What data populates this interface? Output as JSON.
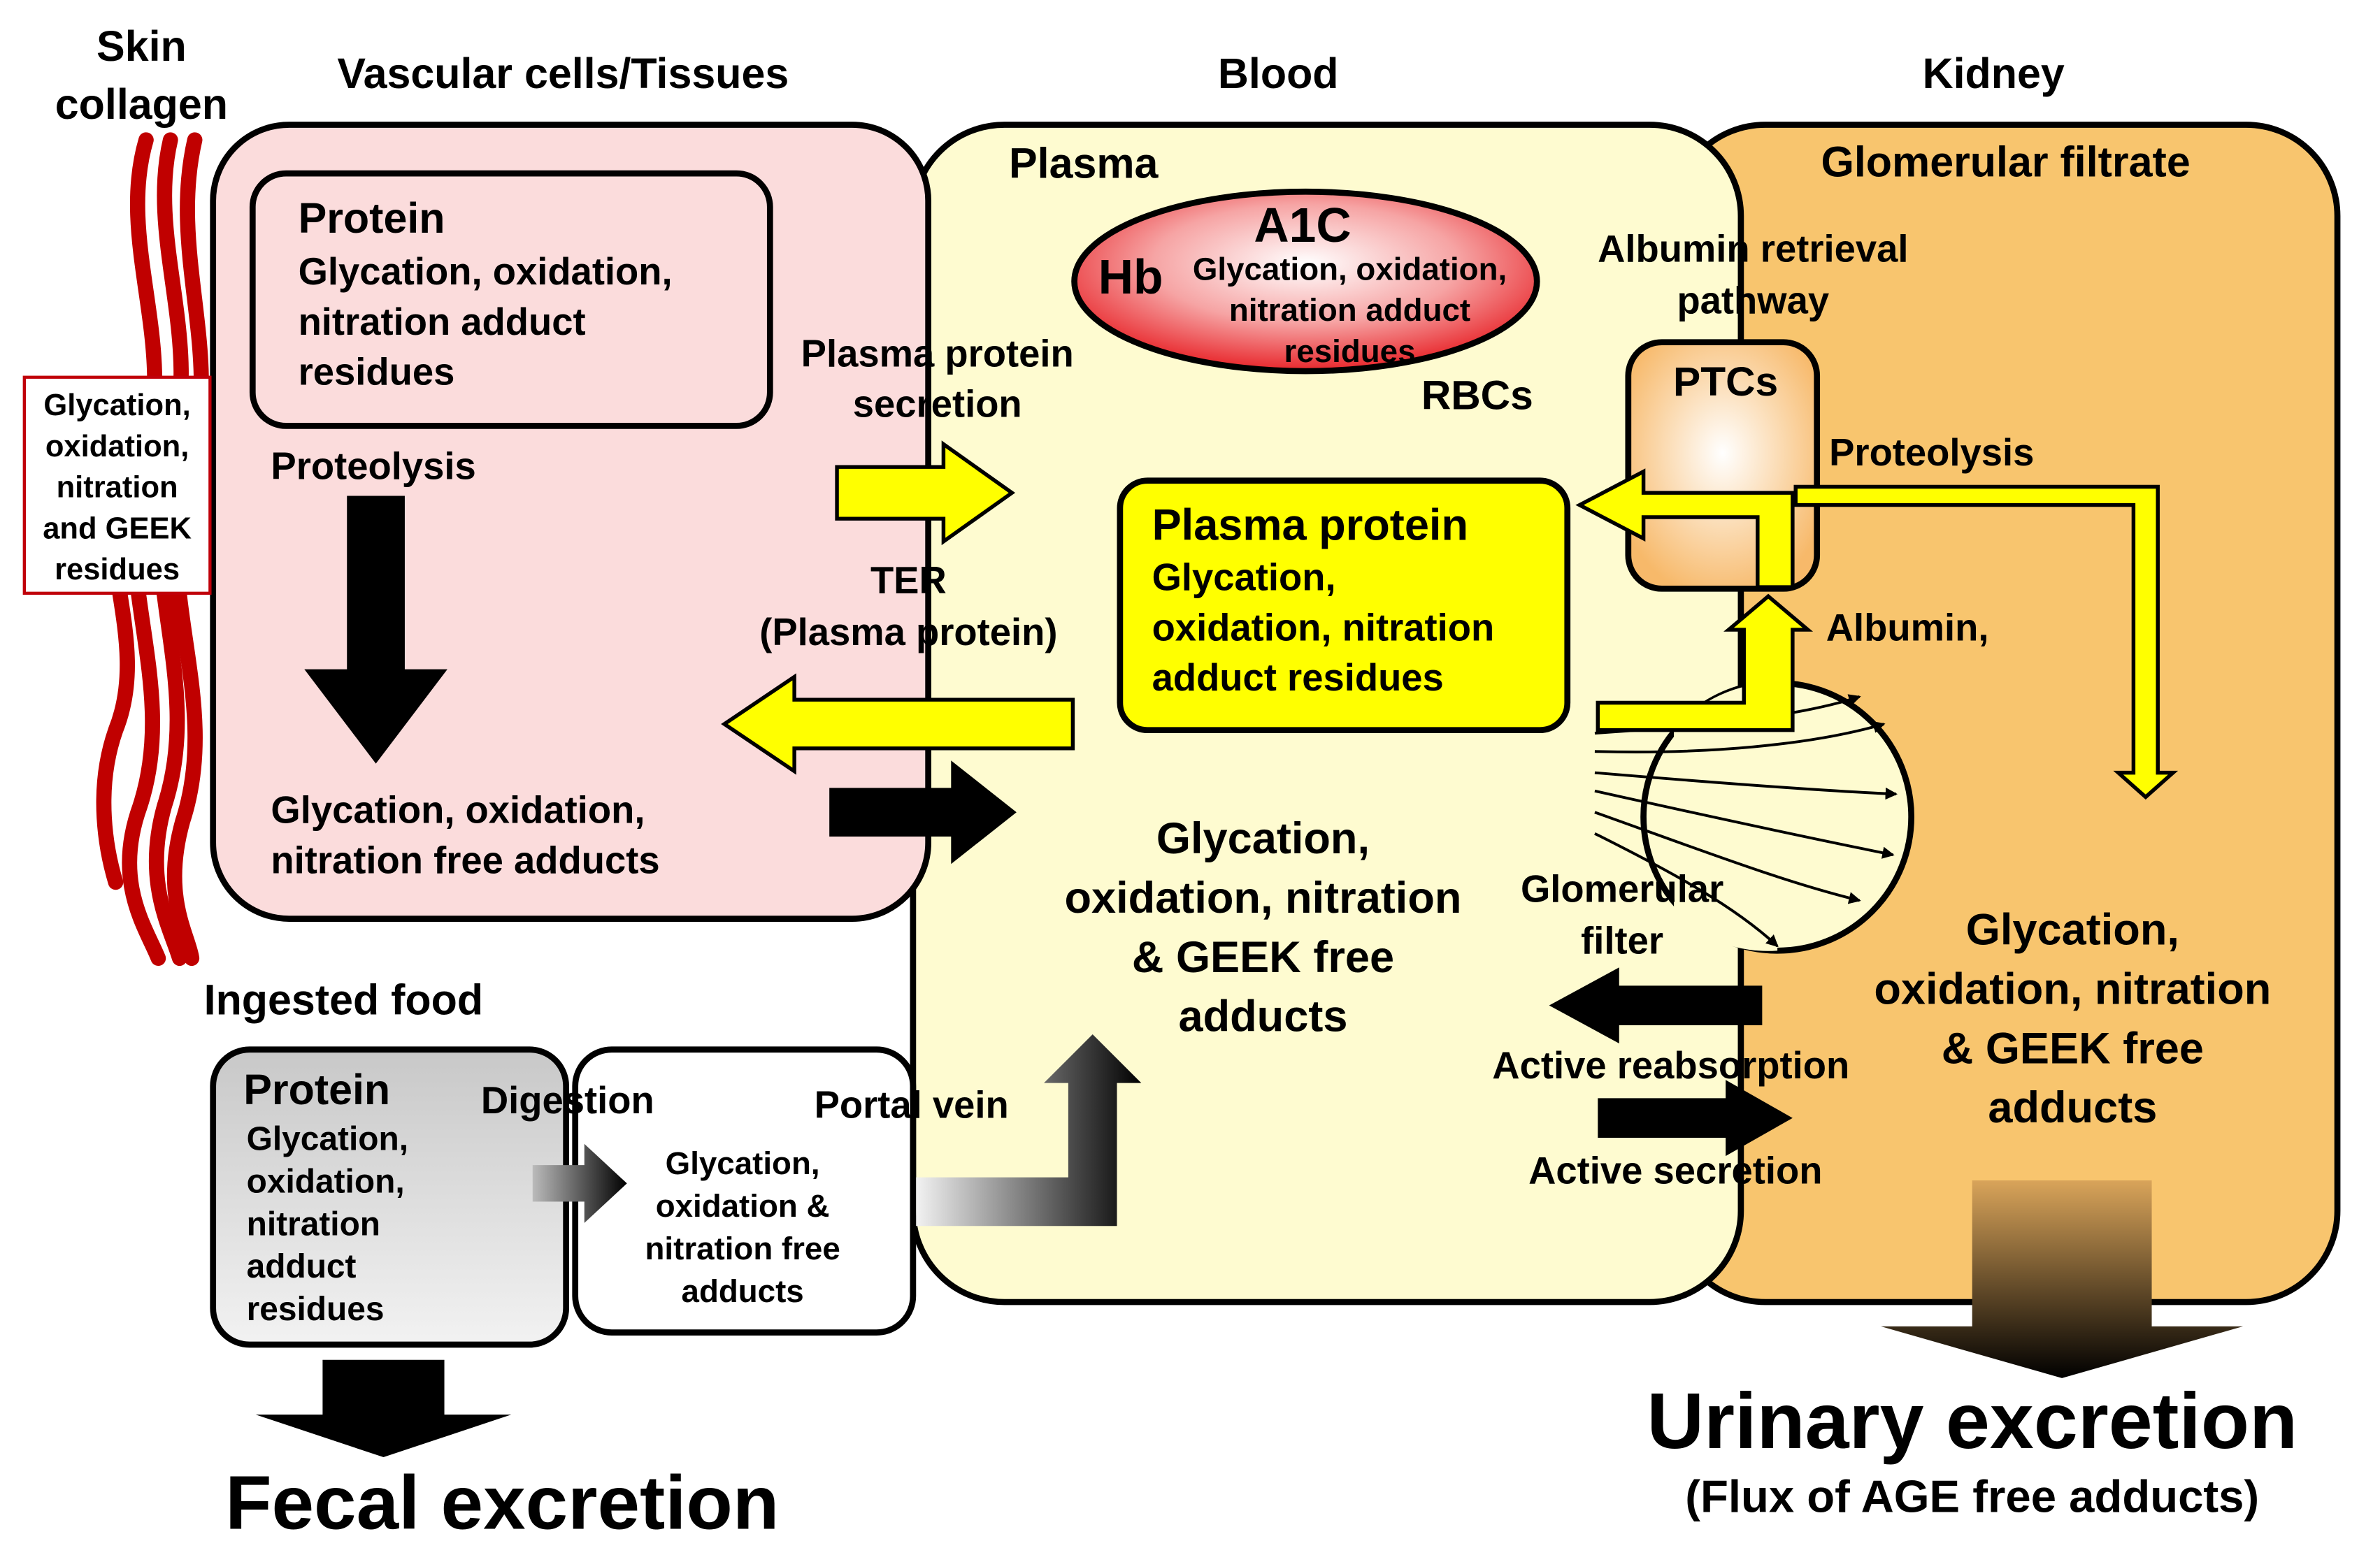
{
  "columns": {
    "skin": [
      "Skin",
      "collagen"
    ],
    "vascular": "Vascular cells/Tissues",
    "blood": "Blood",
    "kidney": "Kidney"
  },
  "skin_box": [
    "Glycation,",
    "oxidation,",
    "nitration",
    "and GEEK",
    "residues"
  ],
  "vascular": {
    "protein_title": "Protein",
    "protein_lines": [
      "Glycation, oxidation,",
      "nitration adduct",
      "residues"
    ],
    "proteolysis": "Proteolysis",
    "free_adducts": [
      "Glycation, oxidation,",
      "nitration free adducts"
    ]
  },
  "transfer": {
    "secretion": [
      "Plasma protein",
      "secretion"
    ],
    "ter": [
      "TER",
      "(Plasma protein)"
    ]
  },
  "blood": {
    "plasma_label": "Plasma",
    "a1c": "A1C",
    "hb": "Hb",
    "hb_lines": [
      "Glycation, oxidation,",
      "nitration adduct",
      "residues"
    ],
    "rbcs": "RBCs",
    "plasma_protein_title": "Plasma protein",
    "plasma_protein_lines": [
      "Glycation,",
      "oxidation, nitration",
      "adduct residues"
    ],
    "free_adducts": [
      "Glycation,",
      "oxidation, nitration",
      "& GEEK free",
      "adducts"
    ]
  },
  "kidney": {
    "filtrate_label": "Glomerular  filtrate",
    "albumin_retrieval": [
      "Albumin retrieval",
      "pathway"
    ],
    "ptcs": "PTCs",
    "proteolysis": "Proteolysis",
    "albumin": "Albumin,",
    "glomerular_filter": [
      "Glomerular",
      "filter"
    ],
    "active_reabsorption": "Active reabsorption",
    "active_secretion": "Active secretion",
    "free_adducts": [
      "Glycation,",
      "oxidation, nitration",
      "& GEEK free",
      "adducts"
    ]
  },
  "food": {
    "ingested": "Ingested food",
    "protein_title": "Protein",
    "protein_lines": [
      "Glycation,",
      "oxidation,",
      "nitration",
      "adduct",
      "residues"
    ],
    "digestion": "Digestion",
    "free_lines": [
      "Glycation,",
      "oxidation &",
      "nitration free",
      "adducts"
    ],
    "portal_vein": "Portal vein"
  },
  "excretion": {
    "fecal": "Fecal excretion",
    "urinary": "Urinary excretion",
    "urinary_sub": "(Flux of AGE free adducts)"
  },
  "colors": {
    "vascular_fill": "#fbdcdc",
    "plasma_fill": "#fefbd0",
    "kidney_fill": "#f8c56e",
    "yellow": "#ffff00",
    "collagen_red": "#c00000",
    "rbc_red": "#e8262b",
    "skin_box_border": "#c0000a"
  }
}
